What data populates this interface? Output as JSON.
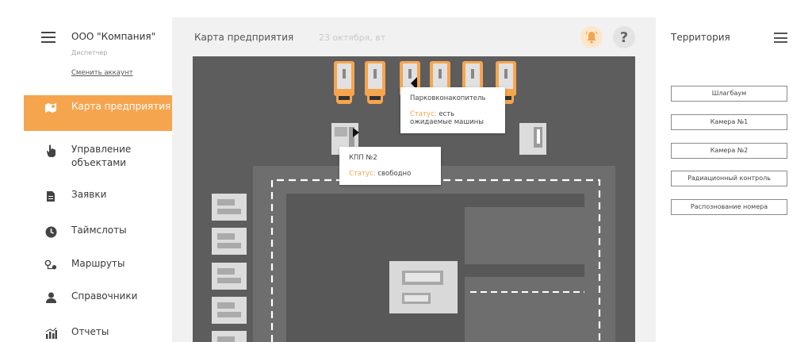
{
  "sidebar": {
    "company": "ООО \"Компания\"",
    "role": "Диспетчер",
    "switch_account": "Сменить аккаунт",
    "items": [
      {
        "label": "Карта предприятия",
        "icon": "map-pin-icon",
        "active": true
      },
      {
        "label": "Управление объектами",
        "icon": "hand-pointer-icon",
        "active": false
      },
      {
        "label": "Заявки",
        "icon": "document-icon",
        "active": false
      },
      {
        "label": "Таймслоты",
        "icon": "clock-icon",
        "active": false
      },
      {
        "label": "Маршруты",
        "icon": "route-icon",
        "active": false
      },
      {
        "label": "Справочники",
        "icon": "person-icon",
        "active": false
      },
      {
        "label": "Отчеты",
        "icon": "chart-icon",
        "active": false
      }
    ]
  },
  "header": {
    "title": "Карта предприятия",
    "date": "23 октября, вт",
    "help_label": "?"
  },
  "map": {
    "tooltip_parking": {
      "title": "Парковконакопитель",
      "status_label": "Статус:",
      "status_value": "есть ожидаемые машины"
    },
    "tooltip_kpp": {
      "title": "КПП №2",
      "status_label": "Статус:",
      "status_value": "свободно"
    }
  },
  "territory": {
    "title": "Территория",
    "buttons": [
      "Шлагбаум",
      "Камера №1",
      "Камера №2",
      "Радиационный контроль",
      "Распознование номера"
    ]
  },
  "colors": {
    "accent": "#f6a54f",
    "map_bg": "#5d5d5d",
    "status": "#f3a24e"
  }
}
